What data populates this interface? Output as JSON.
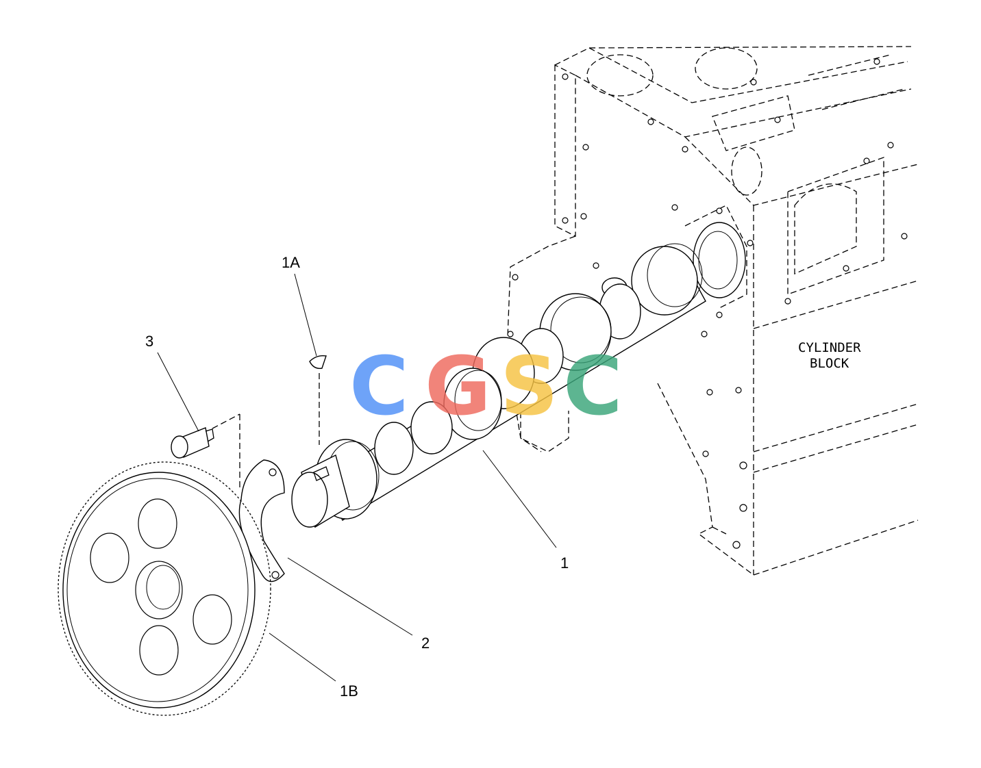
{
  "callouts": {
    "part_1": "1",
    "part_1a": "1A",
    "part_1b": "1B",
    "part_2": "2",
    "part_3": "3"
  },
  "block_label": {
    "line1": "CYLINDER",
    "line2": "BLOCK"
  },
  "watermark": {
    "letters": [
      "C",
      "G",
      "S",
      "C"
    ],
    "colors": [
      "#4f8ff7",
      "#ef6a5e",
      "#f6c343",
      "#3aa57a"
    ]
  }
}
